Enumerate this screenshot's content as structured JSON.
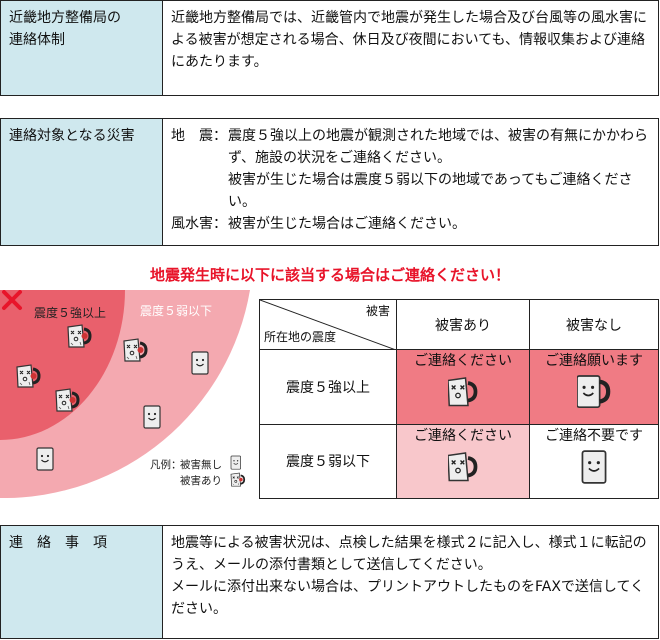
{
  "section1": {
    "label_lines": [
      "近畿地方整備局の",
      "連絡体制"
    ],
    "text": "近畿地方整備局では、近畿管内で地震が発生した場合及び台風等の風水害による被害が想定される場合、休日及び夜間においても、情報収集および連絡にあたります。"
  },
  "section2": {
    "label": "連絡対象となる災害",
    "earthquake_key": "地　震：",
    "earthquake_text_1": "震度５強以上の地震が観測された地域では、被害の有無にかかわらず、施設の状況をご連絡ください。",
    "earthquake_text_2": "被害が生じた場合は震度５弱以下の地域であってもご連絡ください。",
    "storm_key": "風水害：",
    "storm_text": "被害が生じた場合はご連絡ください。"
  },
  "headline": "地震発生時に以下に該当する場合はご連絡ください！",
  "diagram": {
    "zone_strong": "震度５強以上",
    "zone_weak": "震度５弱以下",
    "legend_title": "凡例：",
    "legend_no_damage": "被害無し",
    "legend_damage": "被害あり",
    "colors": {
      "strong": "#e9606c",
      "weak": "#f4a9b0",
      "x_mark": "#e8142a"
    }
  },
  "matrix": {
    "corner_top": "被害",
    "corner_bottom": "所在地の震度",
    "col_damage": "被害あり",
    "col_no_damage": "被害なし",
    "row_strong": "震度５強以上",
    "row_weak": "震度５弱以下",
    "strong_damage": "ご連絡ください",
    "strong_no_damage": "ご連絡願います",
    "weak_damage": "ご連絡ください",
    "weak_no_damage": "ご連絡不要です"
  },
  "section3": {
    "label": "連絡事項",
    "text_1": "地震等による被害状況は、点検した結果を様式２に記入し、様式１に転記のうえ、メールの添付書類として送信してください。",
    "text_2": "メールに添付出来ない場合は、プリントアウトしたものをFAXで送信してください。"
  }
}
